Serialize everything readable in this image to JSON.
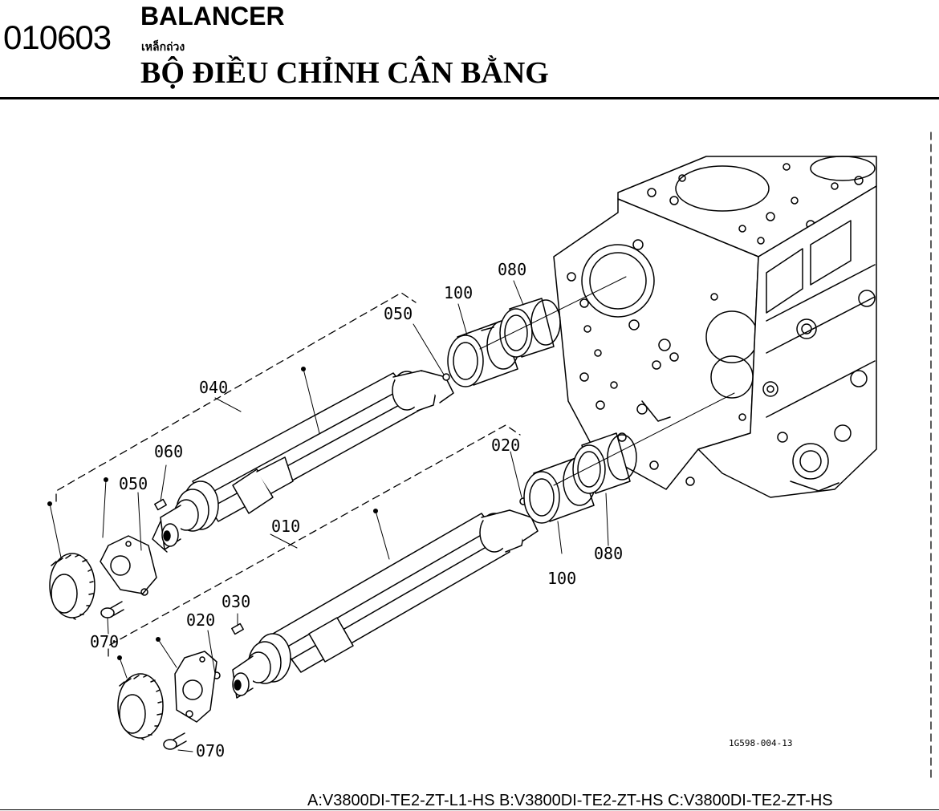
{
  "header": {
    "code": "010603",
    "title_en": "BALANCER",
    "title_th": "เหล็กถ่วง",
    "title_vi": "BỘ ĐIỀU CHỈNH CÂN BẰNG"
  },
  "diagram": {
    "ref_code": "1G598-004-13",
    "labels": {
      "l040": "040",
      "l050a": "050",
      "l050b": "050",
      "l060": "060",
      "l070a": "070",
      "l070b": "070",
      "l010": "010",
      "l020a": "020",
      "l020b": "020",
      "l030": "030",
      "l080a": "080",
      "l080b": "080",
      "l100a": "100",
      "l100b": "100"
    }
  },
  "footer": {
    "models": "A:V3800DI-TE2-ZT-L1-HS B:V3800DI-TE2-ZT-HS C:V3800DI-TE2-ZT-HS"
  }
}
